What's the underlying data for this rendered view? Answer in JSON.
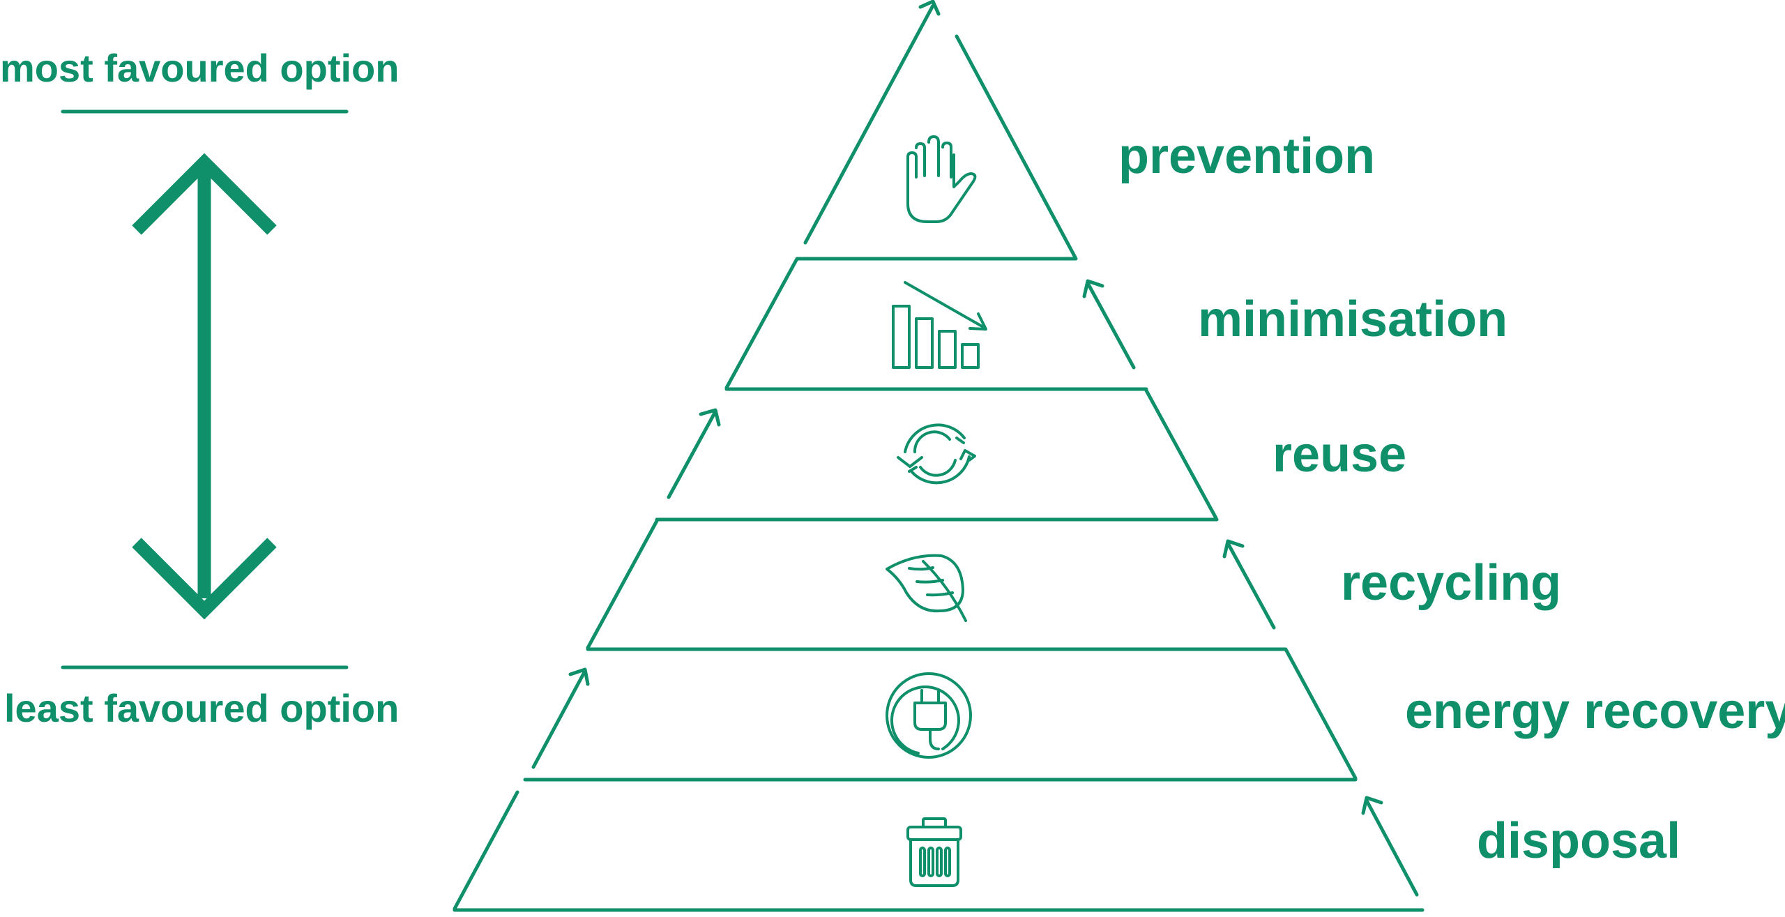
{
  "accent_color": "#10906a",
  "scale": {
    "top_label": "most favoured option",
    "bottom_label": "least favoured option"
  },
  "levels": [
    {
      "label": "prevention",
      "icon": "hand-icon"
    },
    {
      "label": "minimisation",
      "icon": "declining-bars-icon"
    },
    {
      "label": "reuse",
      "icon": "reuse-arrows-icon"
    },
    {
      "label": "recycling",
      "icon": "leaf-icon"
    },
    {
      "label": "energy recovery",
      "icon": "plug-icon"
    },
    {
      "label": "disposal",
      "icon": "trash-bin-icon"
    }
  ]
}
